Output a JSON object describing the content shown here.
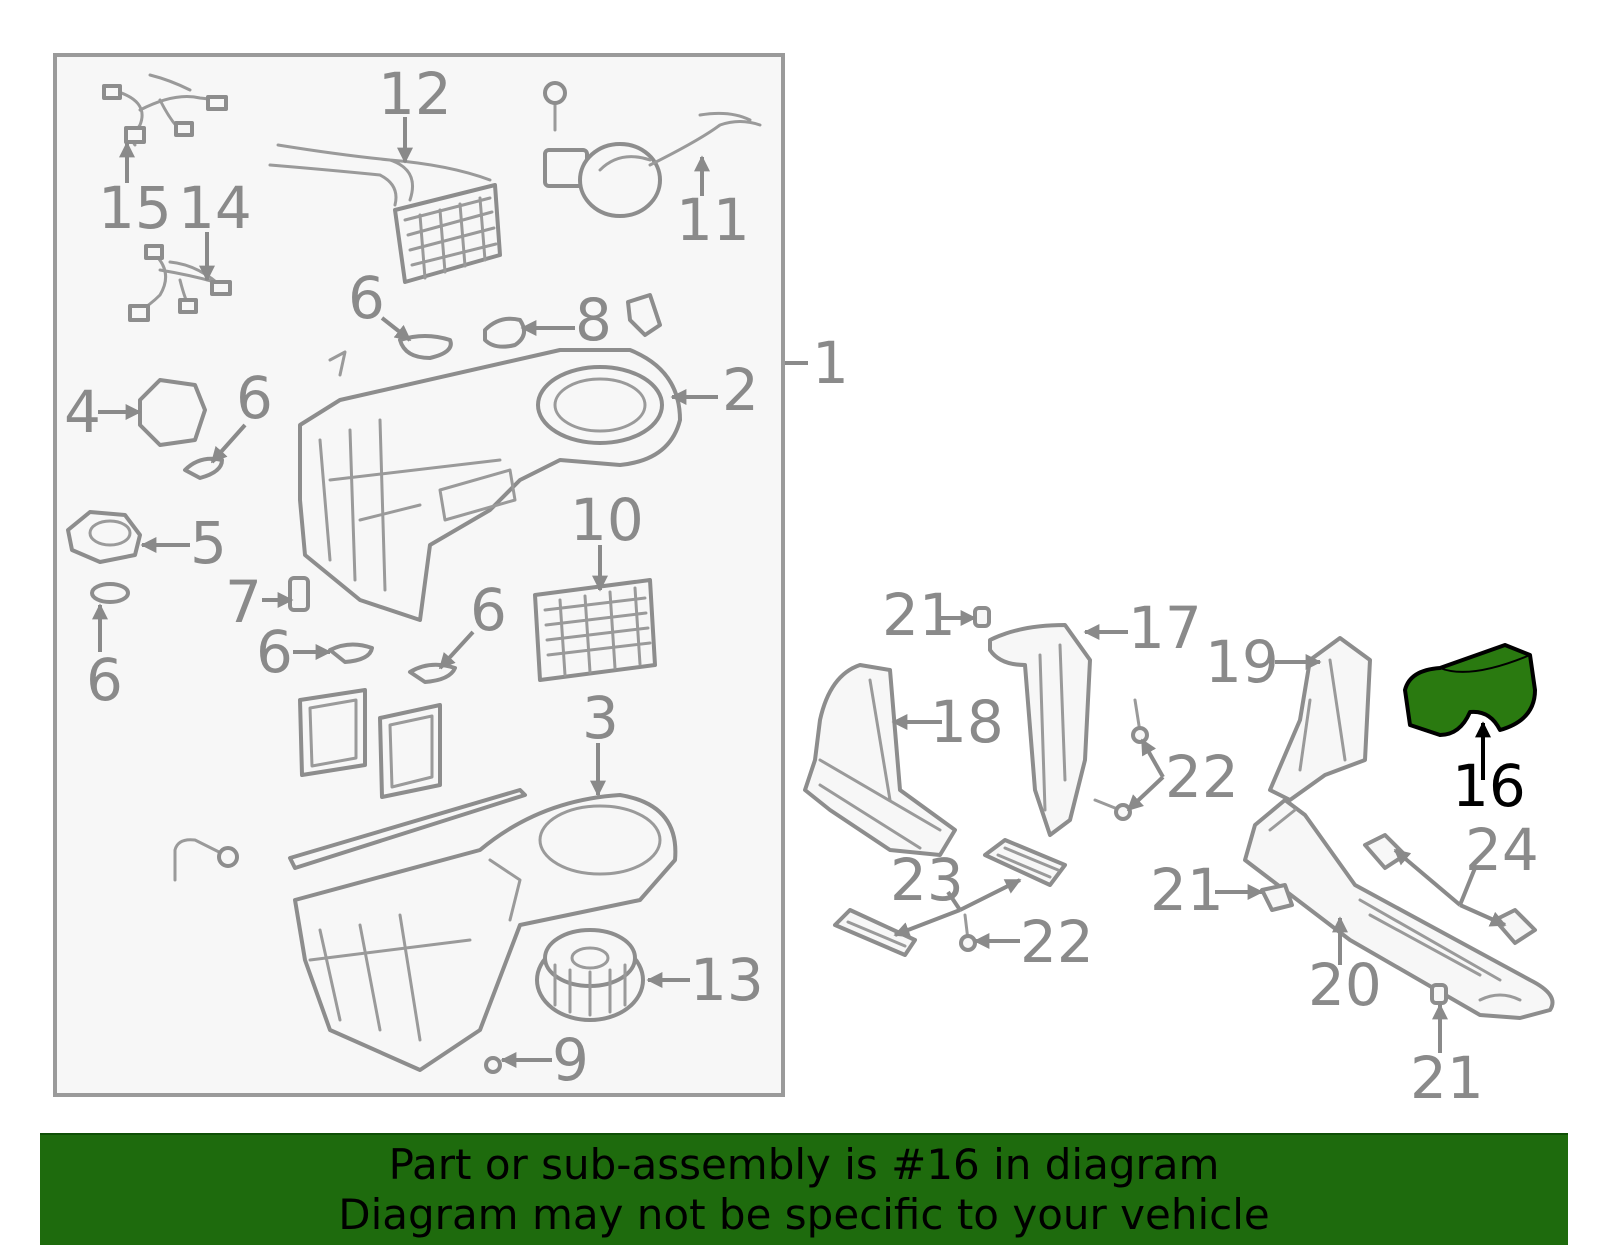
{
  "colors": {
    "highlight_fill": "#2a7a10",
    "banner_background": "#1e6b0d",
    "callout_text": "#8a8a8a",
    "highlight_text": "#000000"
  },
  "callouts": {
    "c1": "1",
    "c2": "2",
    "c3": "3",
    "c4": "4",
    "c5": "5",
    "c6a": "6",
    "c6b": "6",
    "c6c": "6",
    "c6d": "6",
    "c6e": "6",
    "c7": "7",
    "c8": "8",
    "c9": "9",
    "c10": "10",
    "c11": "11",
    "c12": "12",
    "c13": "13",
    "c14": "14",
    "c15": "15",
    "c16": "16",
    "c17": "17",
    "c18": "18",
    "c19": "19",
    "c20": "20",
    "c21a": "21",
    "c21b": "21",
    "c21c": "21",
    "c22a": "22",
    "c22b": "22",
    "c23": "23",
    "c24": "24"
  },
  "banner": {
    "line1": "Part or sub-assembly is #16 in diagram",
    "line2": "Diagram may not be specific to your vehicle"
  }
}
